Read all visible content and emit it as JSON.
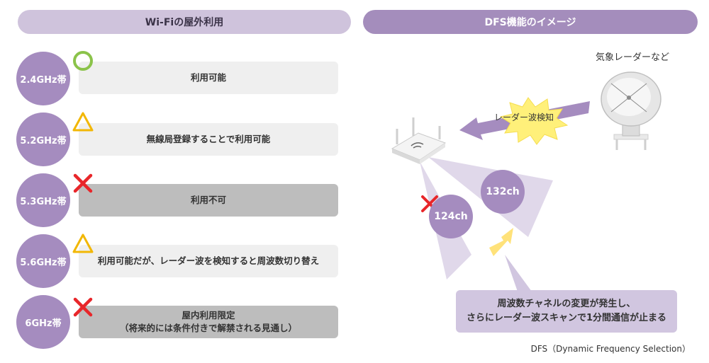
{
  "left_header": "Wi-Fiの屋外利用",
  "right_header": "DFS機能のイメージ",
  "bands": [
    {
      "label": "2.4GHz帯",
      "status": "circle",
      "lines": [
        "利用可能"
      ],
      "shade": "light"
    },
    {
      "label": "5.2GHz帯",
      "status": "triangle",
      "lines": [
        "無線局登録することで利用可能"
      ],
      "shade": "light"
    },
    {
      "label": "5.3GHz帯",
      "status": "cross",
      "lines": [
        "利用不可"
      ],
      "shade": "dark"
    },
    {
      "label": "5.6GHz帯",
      "status": "triangle",
      "lines": [
        "利用可能だが、レーダー波を検知すると周波数切り替え"
      ],
      "shade": "light"
    },
    {
      "label": "6GHz帯",
      "status": "cross",
      "lines": [
        "屋内利用限定",
        "（将来的には条件付きで解禁される見通し）"
      ],
      "shade": "dark"
    }
  ],
  "diagram": {
    "radar_label": "気象レーダーなど",
    "detect_label": "レーダー波検知",
    "channel_old": "124ch",
    "channel_new": "132ch",
    "callout_lines": [
      "周波数チャネルの変更が発生し、",
      "さらにレーダー波スキャンで1分間通信が止まる"
    ],
    "footnote": "DFS（Dynamic Frequency Selection）"
  },
  "colors": {
    "purple": "#a58cbf",
    "header_light": "#cfc3dc",
    "header_dark": "#a48dbc",
    "ok_green": "#8bc34a",
    "warn_yellow": "#f2b705",
    "ng_red": "#e8262a",
    "starburst": "#fff07a",
    "beam": "#ddd4e8"
  },
  "icons": {
    "router": "wifi-router-icon",
    "radar": "radar-dish-icon"
  }
}
